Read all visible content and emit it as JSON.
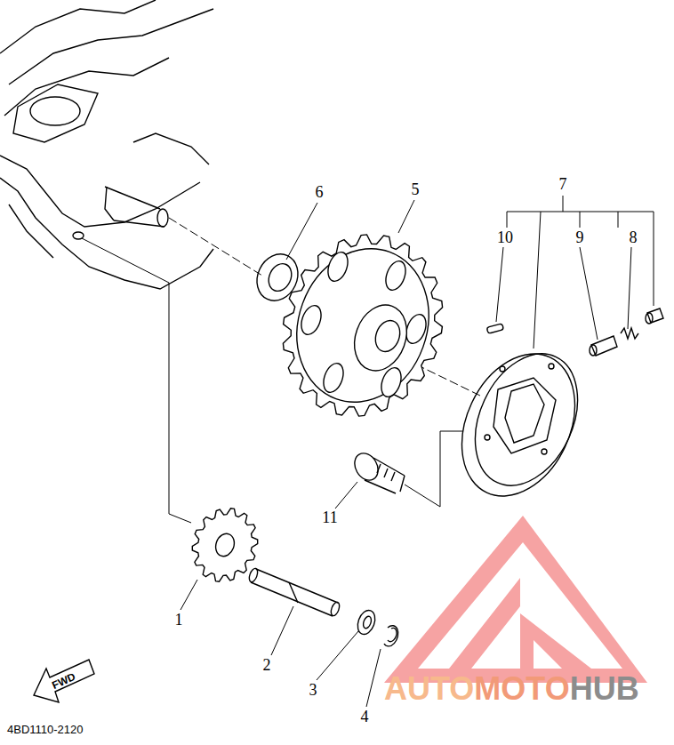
{
  "diagram": {
    "labels": [
      "1",
      "2",
      "3",
      "4",
      "5",
      "6",
      "7",
      "8",
      "9",
      "10",
      "11",
      "FWD",
      "4BD1110-2120",
      "AUTO",
      "MOTO",
      "HUB"
    ]
  }
}
